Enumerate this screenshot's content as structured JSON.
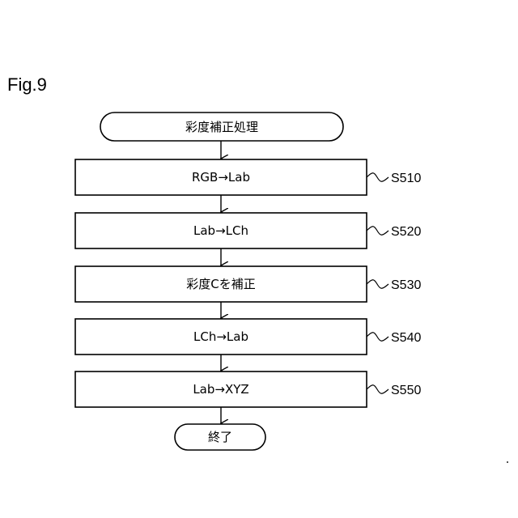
{
  "figure_label": "Fig.9",
  "start_terminal": "彩度補正処理",
  "end_terminal": "終了",
  "steps": [
    {
      "label": "RGB→Lab",
      "id": "S510"
    },
    {
      "label": "Lab→LCh",
      "id": "S520"
    },
    {
      "label": "彩度Cを補正",
      "id": "S530"
    },
    {
      "label": "LCh→Lab",
      "id": "S540"
    },
    {
      "label": "Lab→XYZ",
      "id": "S550"
    }
  ]
}
